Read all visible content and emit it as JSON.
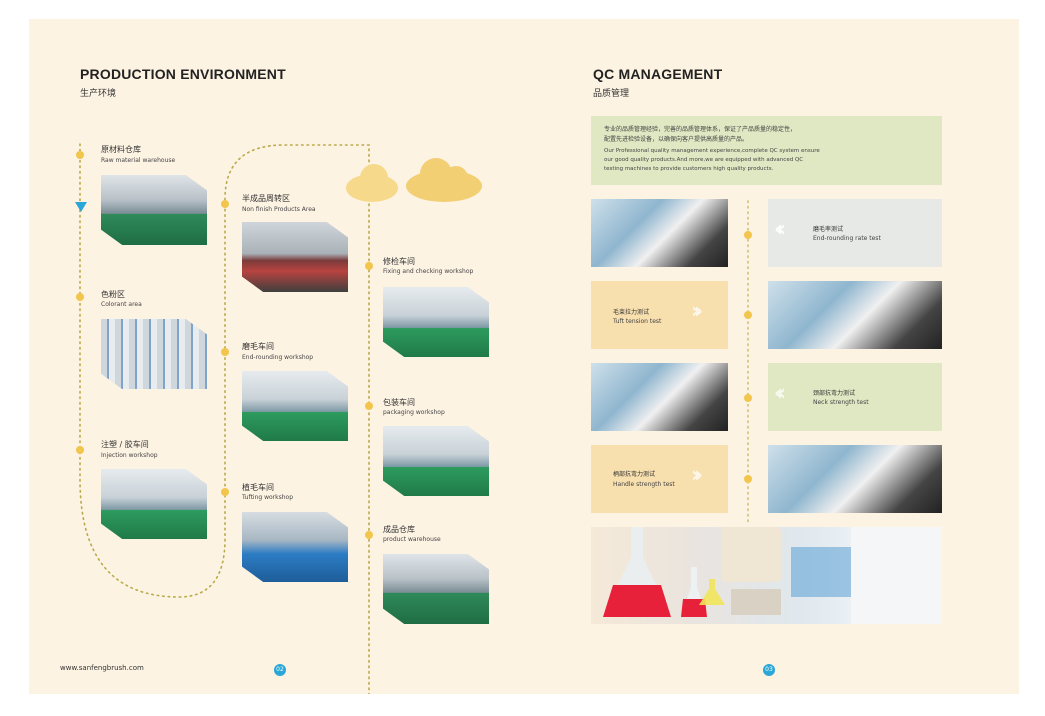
{
  "left": {
    "title": "PRODUCTION ENVIRONMENT",
    "subtitle": "生产环境",
    "steps": [
      {
        "zh": "原材料仓库",
        "en": "Raw material warehouse"
      },
      {
        "zh": "色粉区",
        "en": "Colorant area"
      },
      {
        "zh": "注塑 / 胶车间",
        "en": "Injection workshop"
      },
      {
        "zh": "半成品周转区",
        "en": "Non finish Products Area"
      },
      {
        "zh": "磨毛车间",
        "en": "End-rounding workshop"
      },
      {
        "zh": "植毛车间",
        "en": "Tufting workshop"
      },
      {
        "zh": "修检车间",
        "en": "Fixing and checking workshop"
      },
      {
        "zh": "包装车间",
        "en": "packaging workshop"
      },
      {
        "zh": "成品仓库",
        "en": "product warehouse"
      }
    ],
    "website": "www.sanfengbrush.com",
    "page_number": "02"
  },
  "right": {
    "title": "QC MANAGEMENT",
    "subtitle": "品质管理",
    "intro_zh_1": "专业的品质管理经验，完善的品质管理体系，保证了产品质量的稳定性，",
    "intro_zh_2": "配置先进检验设备，以确保向客户提供高质量的产品。",
    "intro_en_1": "Our Professional quality management experience,complete QC system ensure",
    "intro_en_2": "our good quality products.And more,we are equipped with advanced QC",
    "intro_en_3": "testing machines to provide customers high quality products.",
    "tests": [
      {
        "zh": "磨毛率测试",
        "en": "End-rounding rate test"
      },
      {
        "zh": "毛束拉力测试",
        "en": "Tuft tension test"
      },
      {
        "zh": "颈部抗弯力测试",
        "en": "Neck strength test"
      },
      {
        "zh": "柄部抗弯力测试",
        "en": "Handle strength test"
      }
    ],
    "page_number": "03"
  },
  "colors": {
    "background": "#fdf3e3",
    "accent_yellow": "#f2c54c",
    "accent_blue": "#2aa7d6",
    "card_grey": "#e6e9e5",
    "card_orange": "#f7dfae",
    "card_green": "#dfe8c3"
  }
}
